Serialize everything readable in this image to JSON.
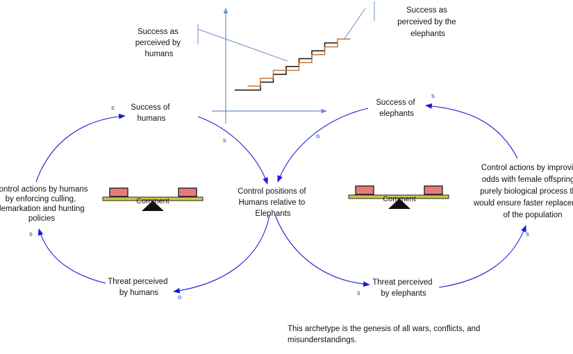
{
  "chart_data": {
    "type": "line",
    "series": [
      {
        "name": "Success as perceived by humans",
        "color": "#111111",
        "points": [
          [
            0,
            1
          ],
          [
            2,
            1
          ],
          [
            2,
            2
          ],
          [
            3,
            2
          ],
          [
            3,
            3
          ],
          [
            4,
            3
          ],
          [
            4,
            4
          ],
          [
            5,
            4
          ],
          [
            5,
            5
          ],
          [
            6,
            5
          ],
          [
            6,
            6
          ],
          [
            7,
            6
          ],
          [
            7,
            7
          ],
          [
            8,
            7
          ]
        ]
      },
      {
        "name": "Success as perceived by the elephants",
        "color": "#c87533",
        "points": [
          [
            1,
            1.5
          ],
          [
            2,
            1.5
          ],
          [
            2,
            2.5
          ],
          [
            3,
            2.5
          ],
          [
            3,
            3.5
          ],
          [
            5,
            3.5
          ],
          [
            5,
            4.5
          ],
          [
            6,
            4.5
          ],
          [
            6,
            5.5
          ],
          [
            7,
            5.5
          ],
          [
            7,
            6.5
          ],
          [
            8,
            6.5
          ],
          [
            8,
            7.5
          ],
          [
            9,
            7.5
          ]
        ]
      }
    ]
  },
  "graph_labels": {
    "humans": [
      "Success as",
      "perceived by",
      "humans"
    ],
    "elephants": [
      "Success as",
      "perceived by the",
      "elephants"
    ]
  },
  "nodes": {
    "success_humans": [
      "Success of",
      "humans"
    ],
    "control_positions": [
      "Control positions of",
      "Humans relative to",
      "Elephants"
    ],
    "success_elephants": [
      "Success of",
      "elephants"
    ],
    "threat_humans": [
      "Threat perceived",
      "by humans"
    ],
    "threat_elephants": [
      "Threat perceived",
      "by elephants"
    ],
    "control_humans": [
      "Control actions by humans",
      "by enforcing culling,",
      "demarkation and hunting",
      "policies"
    ],
    "control_elephants": [
      "Control actions by improving",
      "odds with female offspring a",
      "purely biological process that",
      "would ensure faster replacement",
      "of the population"
    ]
  },
  "polarities": {
    "s": "s",
    "o": "o"
  },
  "balance_comment": "Comment",
  "footnote": "This archetype is the genesis of all wars, conflicts, and misunderstandings.",
  "colors": {
    "arrow": "#1a1ad6",
    "axis": "#6b8fc9",
    "balance_beam": "#c9c94a",
    "weight": "#e87a7a"
  }
}
